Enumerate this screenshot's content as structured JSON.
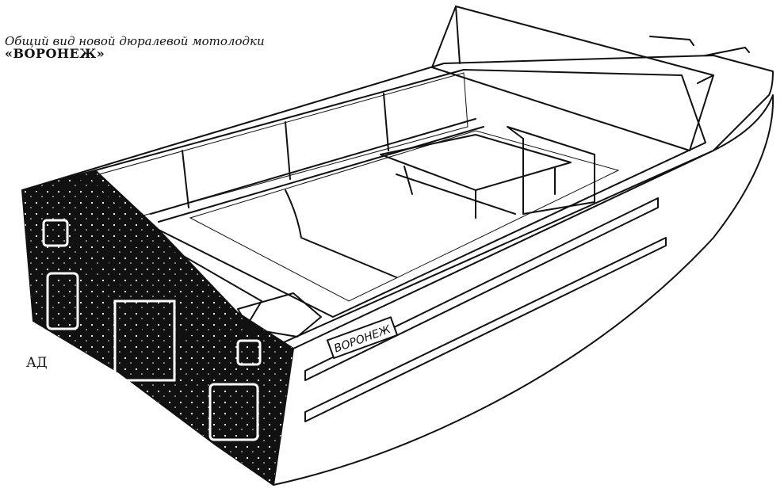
{
  "caption": {
    "line1": "Общий вид новой дюралевой мотолодки",
    "line2": "«ВОРОНЕЖ»"
  },
  "hull_name": "ВОРОНЕЖ",
  "signature": "АД",
  "colors": {
    "ink": "#111111",
    "paper": "#ffffff"
  }
}
